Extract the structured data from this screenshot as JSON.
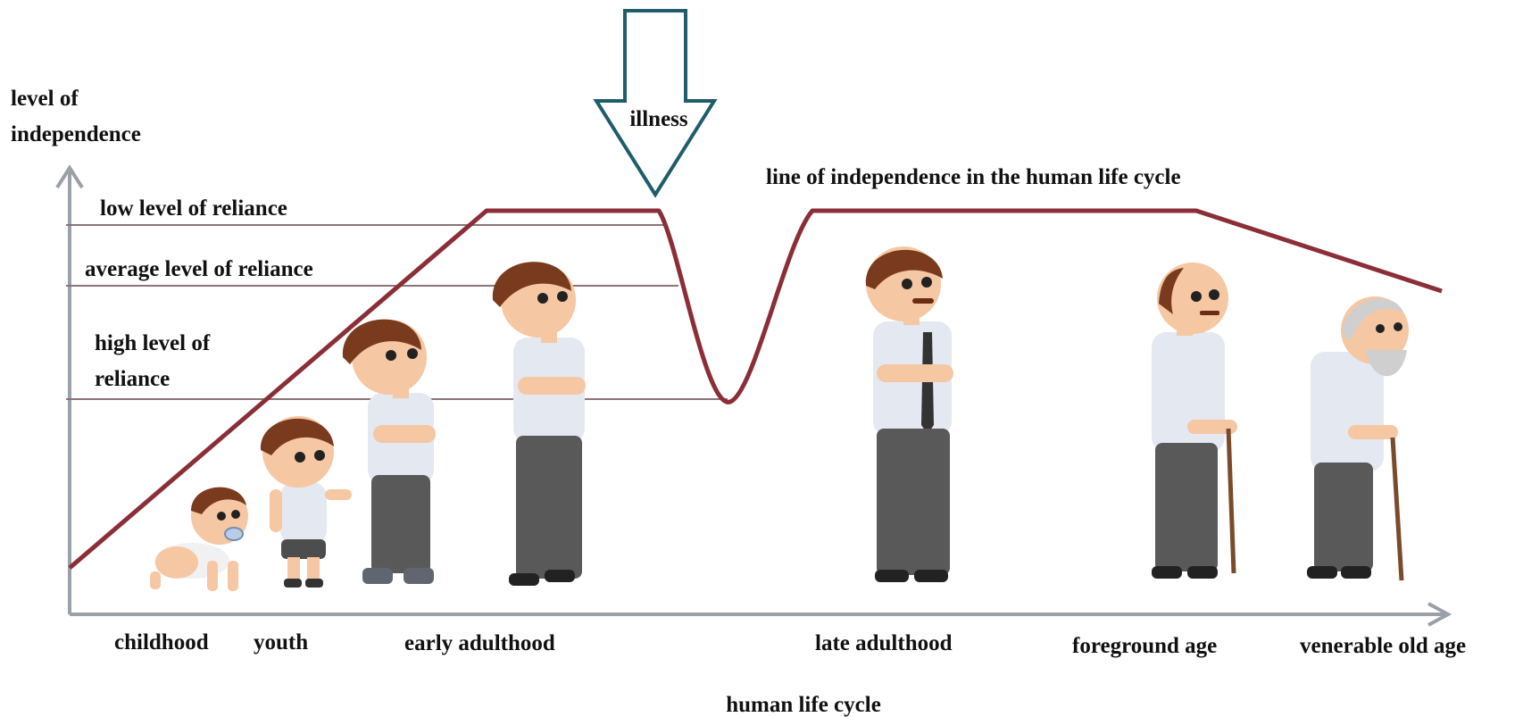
{
  "y_axis_label": [
    "level of",
    "independence"
  ],
  "x_axis_label": "human life cycle",
  "curve_label": "line of independence in the human life cycle",
  "event_label": "illness",
  "reliance_levels": [
    {
      "id": "low",
      "lines": [
        "low level of reliance"
      ]
    },
    {
      "id": "average",
      "lines": [
        "average level of reliance"
      ]
    },
    {
      "id": "high",
      "lines": [
        "high level of",
        "reliance"
      ]
    }
  ],
  "stages": [
    "childhood",
    "youth",
    "early adulthood",
    "late adulthood",
    "foreground age",
    "venerable old age"
  ],
  "colors": {
    "curve": "#8b2e37",
    "axis": "#9aa0a8",
    "level_line": "#8a7478",
    "arrow_stroke": "#1f5d6b",
    "shirt": "#e4e8f0",
    "pants": "#595959",
    "skin": "#f5c7a3",
    "hair_young": "#7a3a1e",
    "hair_old": "#cfcfcf"
  }
}
